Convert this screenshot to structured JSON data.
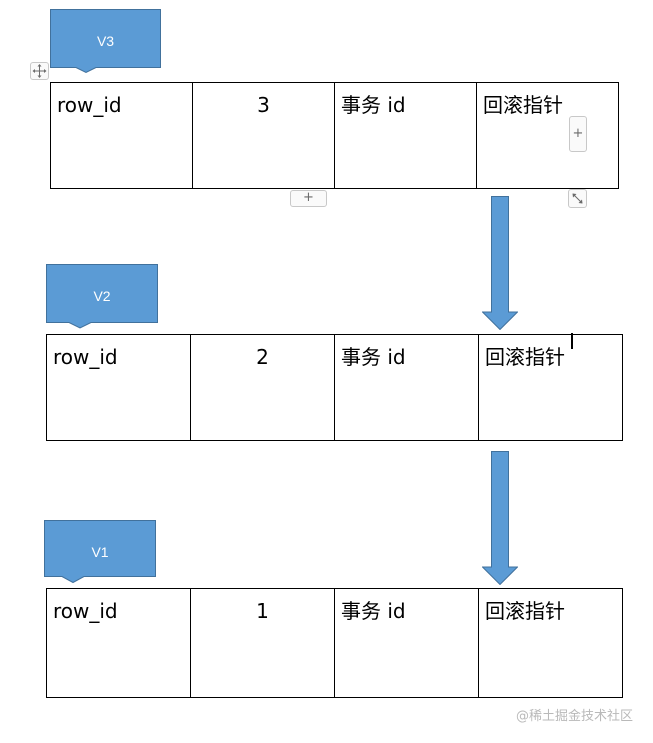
{
  "versions": [
    {
      "label": "V3",
      "row_id_label": "row_id",
      "row_id_value": "3",
      "trx_label": "事务 id",
      "rollback_label": "回滚指针"
    },
    {
      "label": "V2",
      "row_id_label": "row_id",
      "row_id_value": "2",
      "trx_label": "事务 id",
      "rollback_label": "回滚指针"
    },
    {
      "label": "V1",
      "row_id_label": "row_id",
      "row_id_value": "1",
      "trx_label": "事务 id",
      "rollback_label": "回滚指针"
    }
  ],
  "editor_controls": {
    "move_icon": "move-handle-icon",
    "add_row": "+",
    "add_column": "+",
    "resize_icon": "resize-handle-icon"
  },
  "colors": {
    "callout_fill": "#5B9BD5",
    "callout_stroke": "#41719C",
    "arrow_fill": "#5B9BD5"
  },
  "watermark": "@稀土掘金技术社区"
}
